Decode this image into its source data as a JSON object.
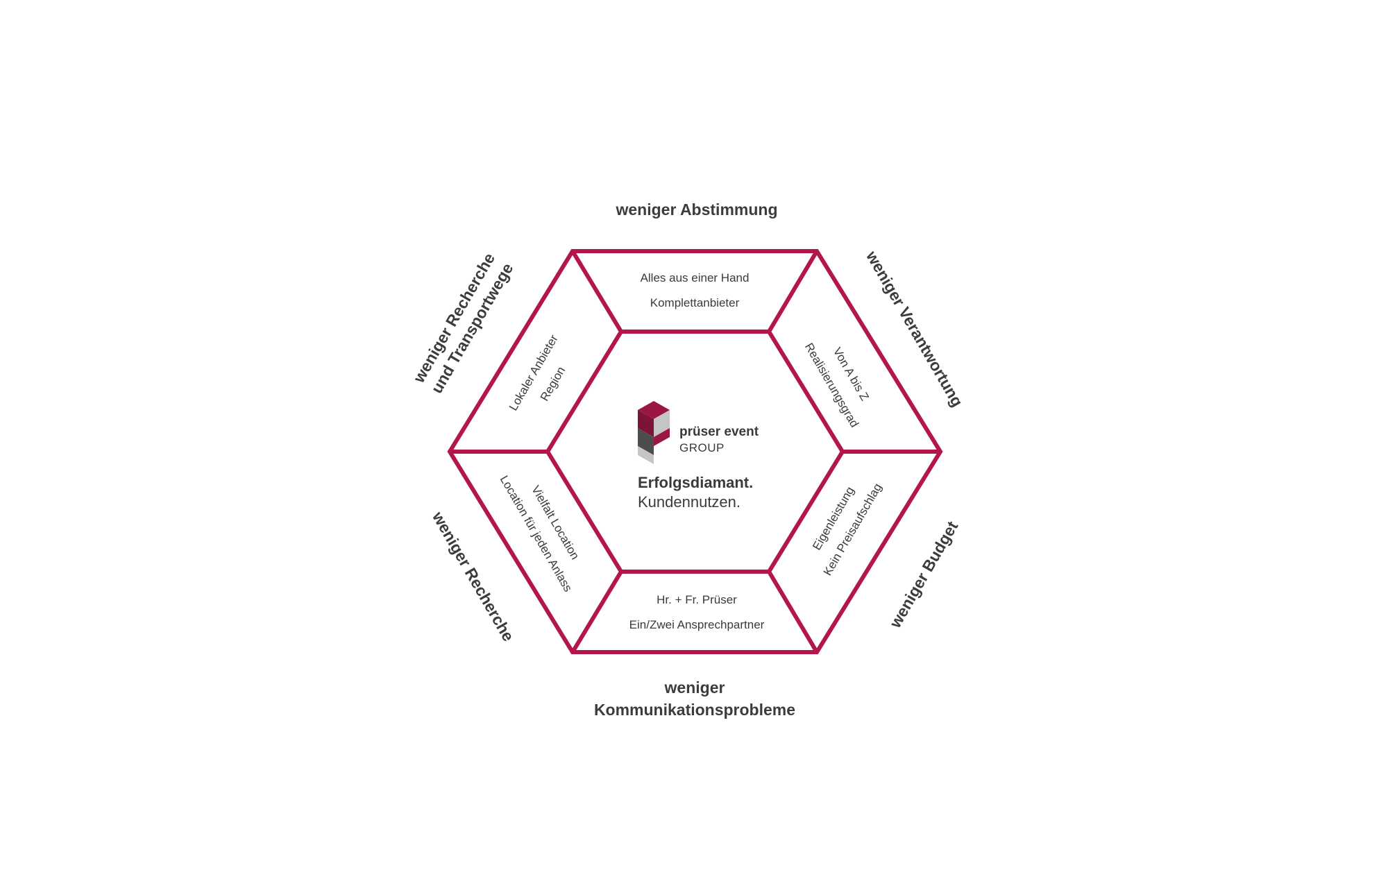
{
  "colors": {
    "hexagon_stroke": "#b3164a",
    "text": "#3a3a3a",
    "logo_crimson": "#9b1742",
    "logo_crimson_dark": "#6e1232",
    "logo_dark_grey": "#4d4d4f",
    "logo_mid_grey": "#8a8a8c",
    "logo_light_grey": "#c5c5c7"
  },
  "outer_labels": {
    "top": "weniger Abstimmung",
    "top_right": "weniger Verantwortung",
    "bottom_right": "weniger Budget",
    "bottom_line1": "weniger",
    "bottom_line2": "Kommunikationsprobleme",
    "bottom_left": "weniger Recherche",
    "top_left_line1": "weniger Recherche",
    "top_left_line2": "und Transportwege"
  },
  "segments": {
    "top": {
      "line1": "Alles aus einer Hand",
      "line2": "Komplettanbieter"
    },
    "top_right": {
      "line1": "Von A bis Z",
      "line2": "Realisierungsgrad"
    },
    "bottom_right": {
      "line1": "Eigenleistung",
      "line2": "Kein Preisaufschlag"
    },
    "bottom": {
      "line1": "Hr. + Fr. Prüser",
      "line2": "Ein/Zwei Ansprechpartner"
    },
    "bottom_left": {
      "line1": "Vielfalt Location",
      "line2": "Location für jeden Anlass"
    },
    "top_left": {
      "line1": "Lokaler Anbieter",
      "line2": "Region"
    }
  },
  "center": {
    "brand_name": "prüser event",
    "brand_sub": "GROUP",
    "title": "Erfolgsdiamant.",
    "subtitle": "Kundennutzen."
  },
  "icons": {
    "logo": "pruser-event-group-logo"
  }
}
